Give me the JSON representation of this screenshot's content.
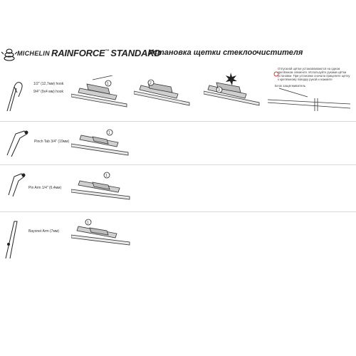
{
  "header": {
    "brand": "MICHELIN",
    "product": "RAINFORCE",
    "trademark": "™",
    "product_suffix": "STANDARD",
    "subtitle": "Установка щетки стеклоочистителя"
  },
  "sections": [
    {
      "hook_label_1": "1/2\" (12,7мм) hook",
      "hook_label_2": "9/4\" (9x4 мм) hook"
    },
    {
      "label": "Pinch Tab 3/4\" (19мм)"
    },
    {
      "label": "Pin Arm 1/4\" (6,4мм)"
    },
    {
      "label": "Bayonet Arm (7мм)"
    }
  ],
  "note": {
    "text": "Отпускной щётки устанавливаются на одном крепёжном элементе. Используйте руками щётки установки. При установке сначала прицепите щётку к крепёжному поводку рукой и нажмите",
    "arrow_label": "Блок защёлкиватель"
  },
  "step_numbers": [
    "1",
    "2",
    "3",
    "1",
    "1",
    "1"
  ]
}
